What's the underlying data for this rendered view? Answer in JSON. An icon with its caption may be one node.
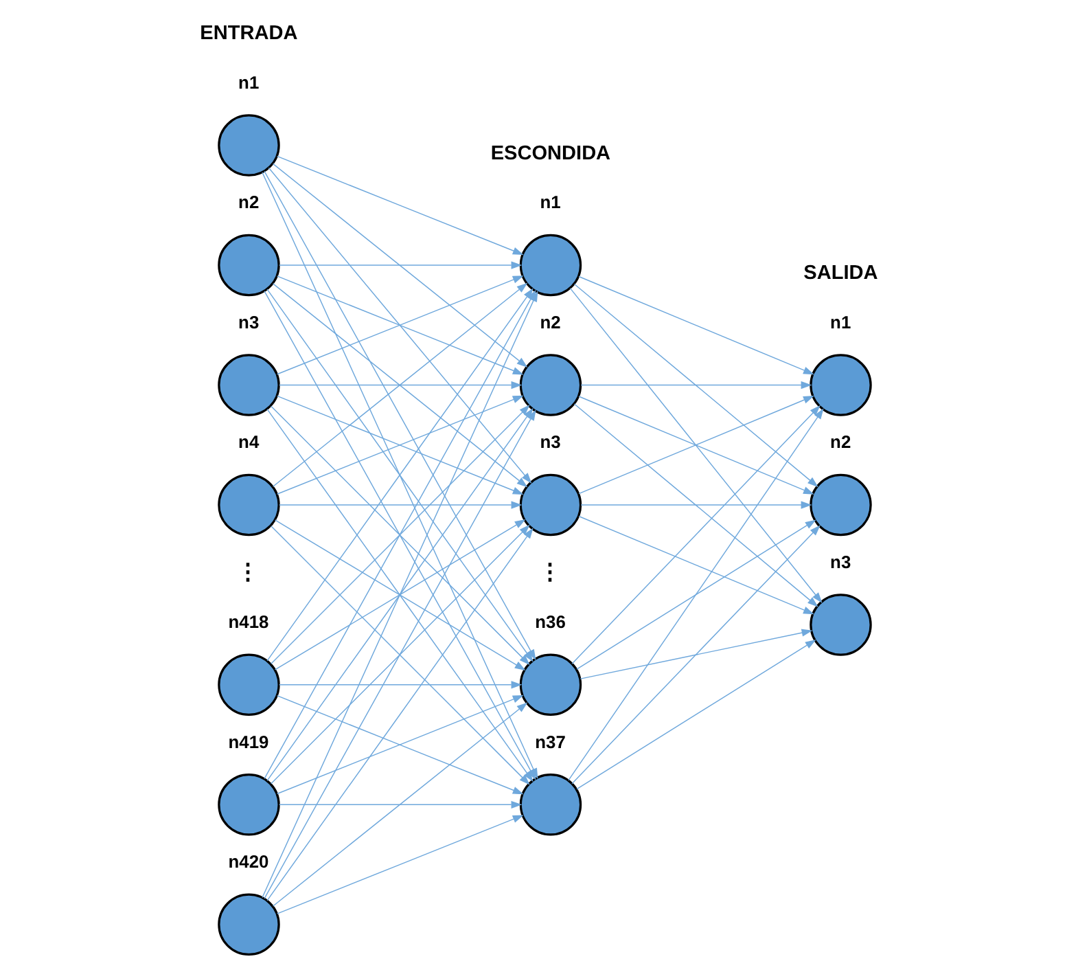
{
  "diagram": {
    "nodes": [
      {
        "text": [],
        "shape": "circle",
        "beside": [
          "n1"
        ]
      },
      {
        "text": [],
        "shape": "circle",
        "beside": [
          "n2"
        ]
      },
      {
        "text": [],
        "shape": "circle",
        "beside": [
          "n3"
        ]
      },
      {
        "text": [],
        "shape": "circle",
        "beside": [
          "n4"
        ]
      },
      {
        "text": [],
        "shape": "circle",
        "beside": [
          "n418"
        ]
      },
      {
        "text": [],
        "shape": "circle",
        "beside": [
          "n419"
        ]
      },
      {
        "text": [],
        "shape": "circle",
        "beside": [
          "n420"
        ]
      },
      {
        "text": [],
        "shape": "circle",
        "beside": [
          "n1"
        ]
      },
      {
        "text": [],
        "shape": "circle",
        "beside": [
          "n2"
        ]
      },
      {
        "text": [],
        "shape": "circle",
        "beside": [
          "n3"
        ]
      },
      {
        "text": [],
        "shape": "circle",
        "beside": [
          "n36"
        ]
      },
      {
        "text": [],
        "shape": "circle",
        "beside": [
          "n37"
        ]
      },
      {
        "text": [],
        "shape": "circle",
        "beside": [
          "n1"
        ]
      },
      {
        "text": [],
        "shape": "circle",
        "beside": [
          "n2"
        ]
      },
      {
        "text": [],
        "shape": "circle",
        "beside": [
          "n3"
        ]
      }
    ],
    "edges": [
      {
        "from": 0,
        "to": 7,
        "arrow": "to"
      },
      {
        "from": 0,
        "to": 8,
        "arrow": "to"
      },
      {
        "from": 0,
        "to": 9,
        "arrow": "to"
      },
      {
        "from": 0,
        "to": 10,
        "arrow": "to"
      },
      {
        "from": 0,
        "to": 11,
        "arrow": "to"
      },
      {
        "from": 1,
        "to": 7,
        "arrow": "to"
      },
      {
        "from": 1,
        "to": 8,
        "arrow": "to"
      },
      {
        "from": 1,
        "to": 9,
        "arrow": "to"
      },
      {
        "from": 1,
        "to": 10,
        "arrow": "to"
      },
      {
        "from": 1,
        "to": 11,
        "arrow": "to"
      },
      {
        "from": 2,
        "to": 7,
        "arrow": "to"
      },
      {
        "from": 2,
        "to": 8,
        "arrow": "to"
      },
      {
        "from": 2,
        "to": 9,
        "arrow": "to"
      },
      {
        "from": 2,
        "to": 10,
        "arrow": "to"
      },
      {
        "from": 2,
        "to": 11,
        "arrow": "to"
      },
      {
        "from": 3,
        "to": 7,
        "arrow": "to"
      },
      {
        "from": 3,
        "to": 8,
        "arrow": "to"
      },
      {
        "from": 3,
        "to": 9,
        "arrow": "to"
      },
      {
        "from": 3,
        "to": 10,
        "arrow": "to"
      },
      {
        "from": 3,
        "to": 11,
        "arrow": "to"
      },
      {
        "from": 4,
        "to": 7,
        "arrow": "to"
      },
      {
        "from": 4,
        "to": 8,
        "arrow": "to"
      },
      {
        "from": 4,
        "to": 9,
        "arrow": "to"
      },
      {
        "from": 4,
        "to": 10,
        "arrow": "to"
      },
      {
        "from": 4,
        "to": 11,
        "arrow": "to"
      },
      {
        "from": 5,
        "to": 7,
        "arrow": "to"
      },
      {
        "from": 5,
        "to": 8,
        "arrow": "to"
      },
      {
        "from": 5,
        "to": 9,
        "arrow": "to"
      },
      {
        "from": 5,
        "to": 10,
        "arrow": "to"
      },
      {
        "from": 5,
        "to": 11,
        "arrow": "to"
      },
      {
        "from": 6,
        "to": 7,
        "arrow": "to"
      },
      {
        "from": 6,
        "to": 8,
        "arrow": "to"
      },
      {
        "from": 6,
        "to": 9,
        "arrow": "to"
      },
      {
        "from": 6,
        "to": 10,
        "arrow": "to"
      },
      {
        "from": 6,
        "to": 11,
        "arrow": "to"
      },
      {
        "from": 7,
        "to": 12,
        "arrow": "to"
      },
      {
        "from": 7,
        "to": 13,
        "arrow": "to"
      },
      {
        "from": 7,
        "to": 14,
        "arrow": "to"
      },
      {
        "from": 8,
        "to": 12,
        "arrow": "to"
      },
      {
        "from": 8,
        "to": 13,
        "arrow": "to"
      },
      {
        "from": 8,
        "to": 14,
        "arrow": "to"
      },
      {
        "from": 9,
        "to": 12,
        "arrow": "to"
      },
      {
        "from": 9,
        "to": 13,
        "arrow": "to"
      },
      {
        "from": 9,
        "to": 14,
        "arrow": "to"
      },
      {
        "from": 10,
        "to": 12,
        "arrow": "to"
      },
      {
        "from": 10,
        "to": 13,
        "arrow": "to"
      },
      {
        "from": 10,
        "to": 14,
        "arrow": "to"
      },
      {
        "from": 11,
        "to": 12,
        "arrow": "to"
      },
      {
        "from": 11,
        "to": 13,
        "arrow": "to"
      },
      {
        "from": 11,
        "to": 14,
        "arrow": "to"
      }
    ],
    "labels": [
      "ENTRADA",
      "ESCONDIDA",
      "SALIDA",
      "⋮",
      "⋮"
    ]
  }
}
